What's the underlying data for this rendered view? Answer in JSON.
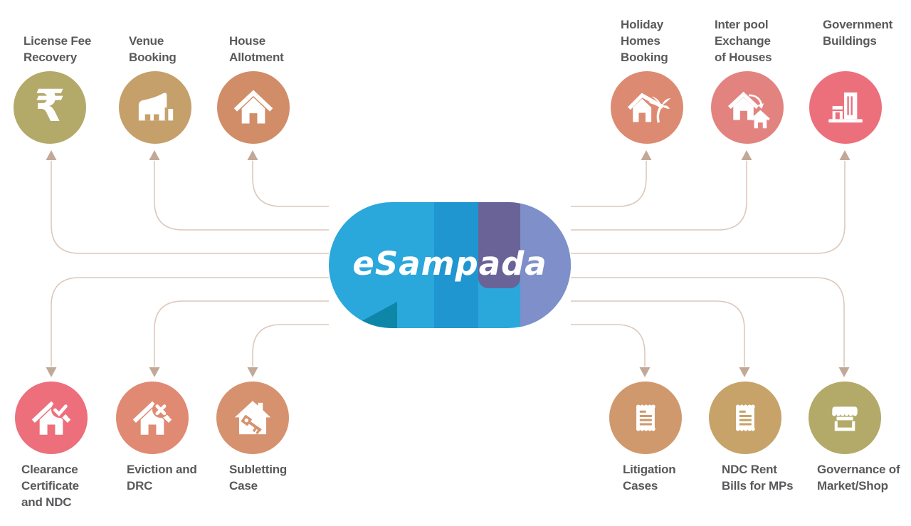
{
  "theme": {
    "bg-color": "#ffffff",
    "line-color": "#dcc9bc",
    "arrow-color": "#c2a897",
    "label-color": "#58595b"
  },
  "center": {
    "logo_text": "eSampada",
    "logo_icon": "esampada-logo-pill",
    "colors": {
      "blue_left": "#2aa7db",
      "blue_mid": "#2096d1",
      "purple": "#6a6398",
      "periwinkle": "#7e8fc9",
      "teal": "#0e86a8"
    }
  },
  "nodes": [
    {
      "id": "license-fee-recovery",
      "label": "License Fee\nRecovery",
      "icon": "rupee-icon",
      "color": "#b3a969"
    },
    {
      "id": "venue-booking",
      "label": "Venue\nBooking",
      "icon": "venue-building-icon",
      "color": "#c5a06a"
    },
    {
      "id": "house-allotment",
      "label": "House\nAllotment",
      "icon": "house-icon",
      "color": "#d18d68"
    },
    {
      "id": "holiday-homes-booking",
      "label": "Holiday\nHomes\nBooking",
      "icon": "holiday-home-palm-icon",
      "color": "#dd8a72"
    },
    {
      "id": "inter-pool-exchange",
      "label": "Inter pool\nExchange\nof Houses",
      "icon": "house-exchange-icon",
      "color": "#e28380"
    },
    {
      "id": "government-buildings",
      "label": "Government\nBuildings",
      "icon": "government-buildings-icon",
      "color": "#ec707c"
    },
    {
      "id": "clearance-certificate",
      "label": "Clearance\nCertificate\nand NDC",
      "icon": "house-check-icon",
      "color": "#ec6f7b"
    },
    {
      "id": "eviction-and-drc",
      "label": "Eviction and\nDRC",
      "icon": "house-cross-icon",
      "color": "#e08a73"
    },
    {
      "id": "subletting-case",
      "label": "Subletting\nCase",
      "icon": "house-key-icon",
      "color": "#d6926e"
    },
    {
      "id": "litigation-cases",
      "label": "Litigation\nCases",
      "icon": "receipt-icon",
      "color": "#cf996d"
    },
    {
      "id": "ndc-rent-bills",
      "label": "NDC Rent\nBills for MPs",
      "icon": "receipt-icon",
      "color": "#c7a369"
    },
    {
      "id": "governance-market-shop",
      "label": "Governance of\nMarket/Shop",
      "icon": "market-stall-icon",
      "color": "#b3a969"
    }
  ]
}
